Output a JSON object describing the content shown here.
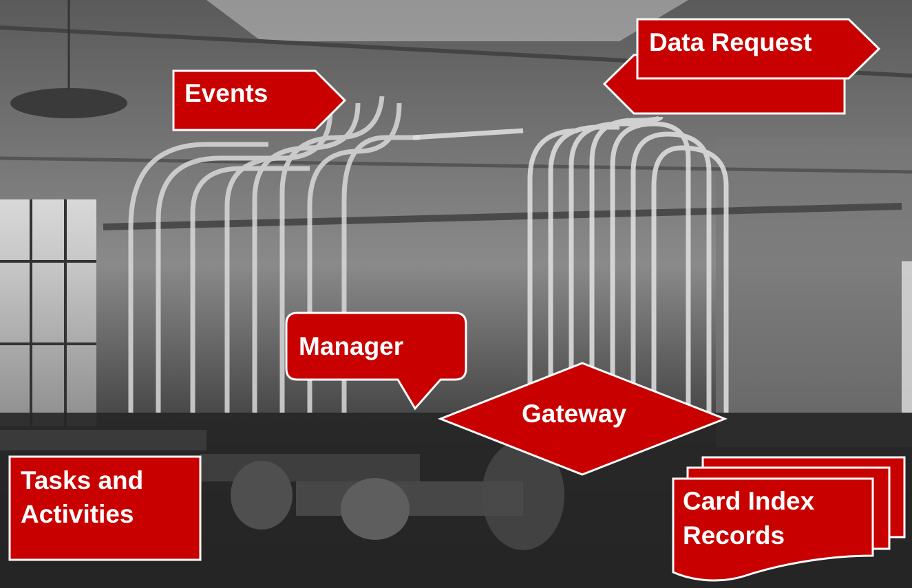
{
  "diagram": {
    "shape_fill": "#c80000",
    "shape_stroke": "#ffffff",
    "text_color": "#ffffff",
    "labels": {
      "events": "Events",
      "data_request": "Data Request",
      "manager": "Manager",
      "gateway": "Gateway",
      "tasks_line1": "Tasks and",
      "tasks_line2": "Activities",
      "records_line1": "Card Index",
      "records_line2": "Records"
    }
  }
}
